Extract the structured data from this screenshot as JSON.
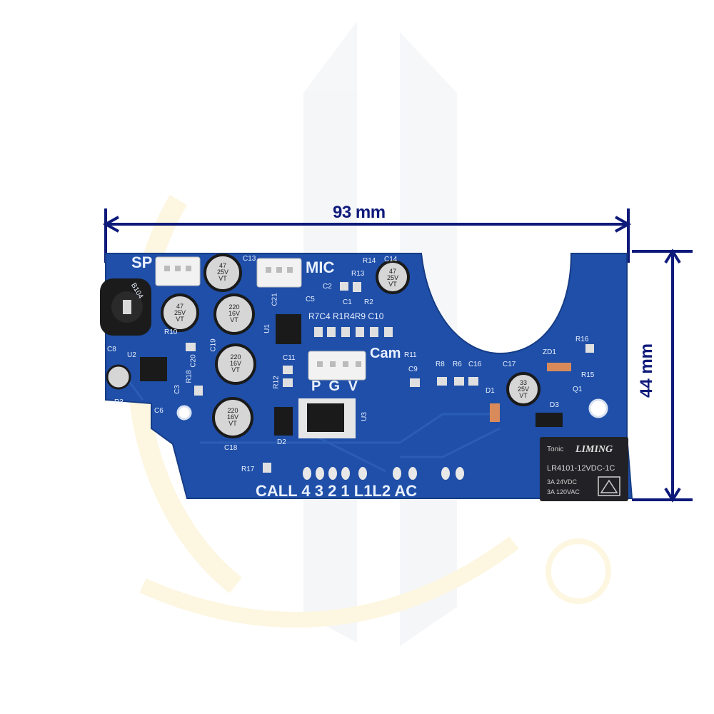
{
  "dimensions": {
    "width_label": "93 mm",
    "height_label": "44 mm",
    "line_color": "#0e1a7a"
  },
  "board": {
    "color": "#1f4fa8",
    "labels": {
      "sp": "SP",
      "mic": "MIC",
      "cam": "Cam",
      "pgv": "P G V",
      "terminals": "CALL 4 3 2 1 L1L2  AC",
      "r14": "R14",
      "c14": "C14",
      "r13": "R13",
      "c13": "C13",
      "c2": "C2",
      "c1": "C1",
      "r2": "R2",
      "c5": "C5",
      "c21": "C21",
      "row": "R7C4 R1R4R9 C10",
      "r10": "R10",
      "c8": "C8",
      "u2": "U2",
      "u1": "U1",
      "c19": "C19",
      "c20": "C20",
      "r18": "R18",
      "c3": "C3",
      "r3": "R3",
      "c6": "C6",
      "c11": "C11",
      "r12": "R12",
      "c18": "C18",
      "d2": "D2",
      "u3": "U3",
      "r11": "R11",
      "c9": "C9",
      "r8": "R8",
      "r6": "R6",
      "c16": "C16",
      "c17": "C17",
      "d1": "D1",
      "r16": "R16",
      "zd1": "ZD1",
      "r15": "R15",
      "q1": "Q1",
      "d3": "D3",
      "r17": "R17",
      "b104": "B104"
    },
    "capacitors": {
      "cap_47_25v": [
        "47",
        "25V",
        "VT"
      ],
      "cap_220_16v": [
        "220",
        "16V",
        "VT"
      ],
      "cap_33_25v": [
        "33",
        "25V",
        "VT"
      ]
    },
    "relay": {
      "brand": "LIMING",
      "maker": "Tonic",
      "model": "LR4101-12VDC-1C",
      "rating1": "3A  24VDC",
      "rating2": "3A  120VAC"
    }
  }
}
